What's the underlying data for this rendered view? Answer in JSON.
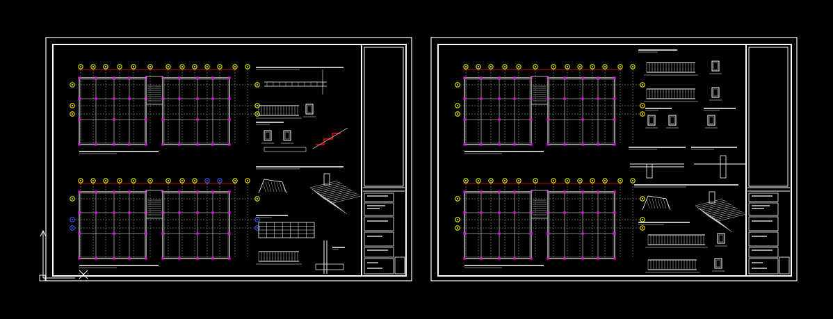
{
  "colors": {
    "background": "#000000",
    "frame": "#ffffff",
    "grid_line": "#e0e0e0",
    "axis_bubble": "#ffff00",
    "axis_bubble_blue": "#4060ff",
    "column": "#ff00ff",
    "wall": "#b0b0b0",
    "dim_line": "#ff2020",
    "detail_red": "#ff0000",
    "text": "#ffffff"
  },
  "sheets": [
    {
      "name": "sheet-1",
      "plans": 2,
      "details": "left-detail-set"
    },
    {
      "name": "sheet-2",
      "plans": 2,
      "details": "right-detail-set"
    }
  ],
  "icons": {
    "ucs": "ucs-icon",
    "crosshair": "crosshair-cursor-icon"
  }
}
